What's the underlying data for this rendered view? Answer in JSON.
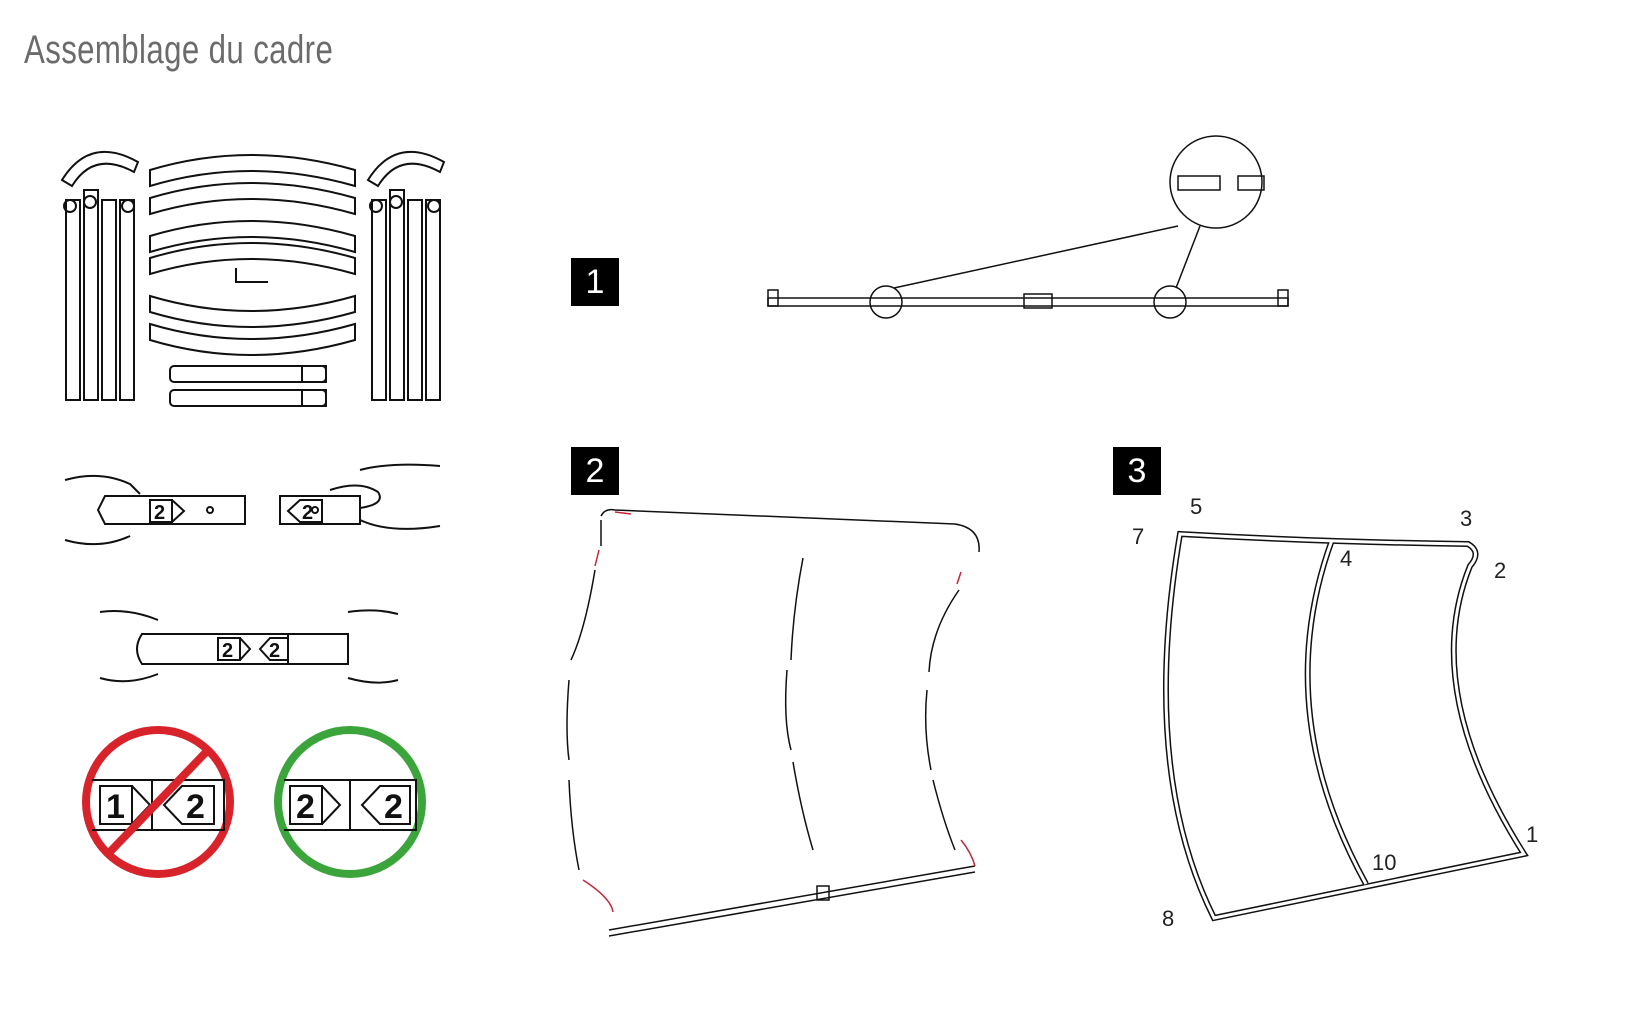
{
  "page": {
    "title": "Assemblage du cadre"
  },
  "steps": [
    {
      "number": "1"
    },
    {
      "number": "2"
    },
    {
      "number": "3"
    }
  ],
  "connectors": {
    "label_1": "1",
    "label_2": "2"
  },
  "frame_numbers": [
    "5",
    "7",
    "3",
    "4",
    "2",
    "1",
    "10",
    "8"
  ],
  "colors": {
    "wrong": "#d9232b",
    "correct": "#3ba53b",
    "arrow": "#c0283a",
    "badge": "#000000"
  }
}
